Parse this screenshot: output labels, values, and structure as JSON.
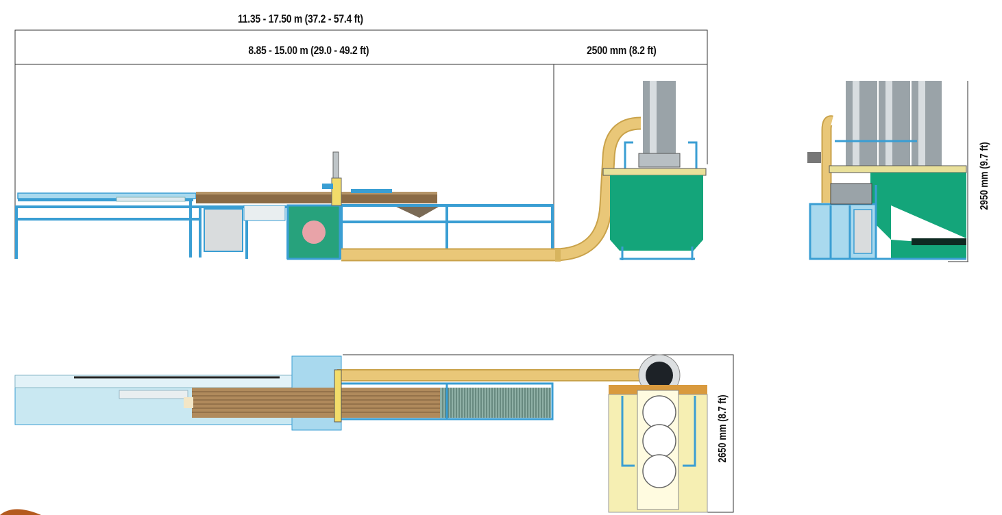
{
  "dimensions": {
    "total_length": "11.35 - 17.50 m (37.2 - 57.4 ft)",
    "conveyor_length": "8.85 - 15.00 m (29.0 - 49.2 ft)",
    "collector_width": "2500 mm (8.2 ft)",
    "side_height": "2950 mm (9.7 ft)",
    "top_depth": "2650 mm (8.7 ft)"
  },
  "colors": {
    "frame_blue": "#3a9ed3",
    "light_blue": "#a9d9ee",
    "duct_tan": "#e9c778",
    "bin_green": "#14a57a",
    "silo_gray": "#9aa3a8",
    "lumber_brown": "#8a6a45",
    "blade_pink": "#e8a3a8",
    "top_yellow": "#f6efb3",
    "accent_orange": "#b45a1e"
  }
}
